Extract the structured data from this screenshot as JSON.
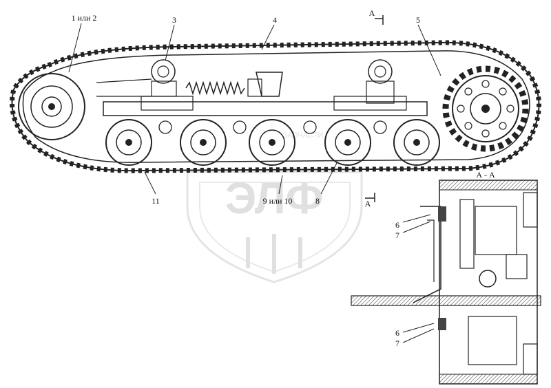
{
  "callouts": [
    {
      "id": "c1",
      "text": "1 или 2"
    },
    {
      "id": "c3",
      "text": "3"
    },
    {
      "id": "c4",
      "text": "4"
    },
    {
      "id": "c5",
      "text": "5"
    },
    {
      "id": "c11",
      "text": "11"
    },
    {
      "id": "c9",
      "text": "9 или 10"
    },
    {
      "id": "c8",
      "text": "8"
    },
    {
      "id": "c6a",
      "text": "6"
    },
    {
      "id": "c7a",
      "text": "7"
    },
    {
      "id": "c6b",
      "text": "6"
    },
    {
      "id": "c7b",
      "text": "7"
    }
  ],
  "section": {
    "marker_top": "А",
    "marker_bottom": "А",
    "title": "А - А"
  },
  "watermark": {
    "logo_text": "ЭЛФ",
    "tagline": "ЗАПЧАСТИ"
  },
  "colors": {
    "line": "#222222",
    "watermark": "#c8c8c8",
    "background": "#ffffff"
  }
}
